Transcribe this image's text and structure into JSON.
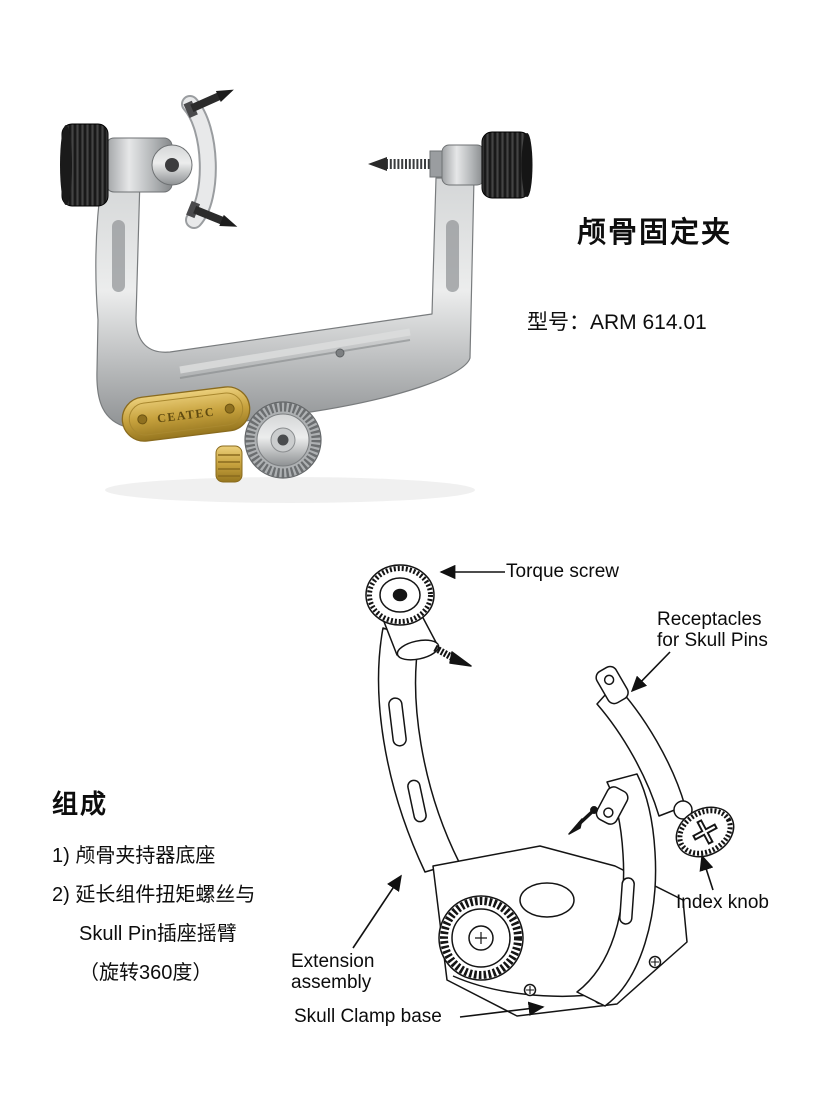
{
  "header": {
    "title": "颅骨固定夹",
    "model": "型号：ARM 614.01"
  },
  "photo": {
    "plate_text": "CEATEC",
    "colors": {
      "silver": "#b9bcbe",
      "gold": "#c7a23e",
      "knob_black": "#161616"
    }
  },
  "composition": {
    "heading": "组成",
    "items": [
      {
        "text": "1) 颅骨夹持器底座"
      },
      {
        "text": "2) 延长组件扭矩螺丝与"
      },
      {
        "text": "Skull Pin插座摇臂"
      },
      {
        "text": "（旋转360度）"
      }
    ]
  },
  "diagram": {
    "labels": {
      "torque_screw": "Torque screw",
      "receptacles_line1": "Receptacles",
      "receptacles_line2": "for Skull Pins",
      "index_knob": "Index knob",
      "extension_line1": "Extension",
      "extension_line2": "assembly",
      "skull_clamp_base": "Skull Clamp base"
    },
    "line_color": "#141414"
  }
}
